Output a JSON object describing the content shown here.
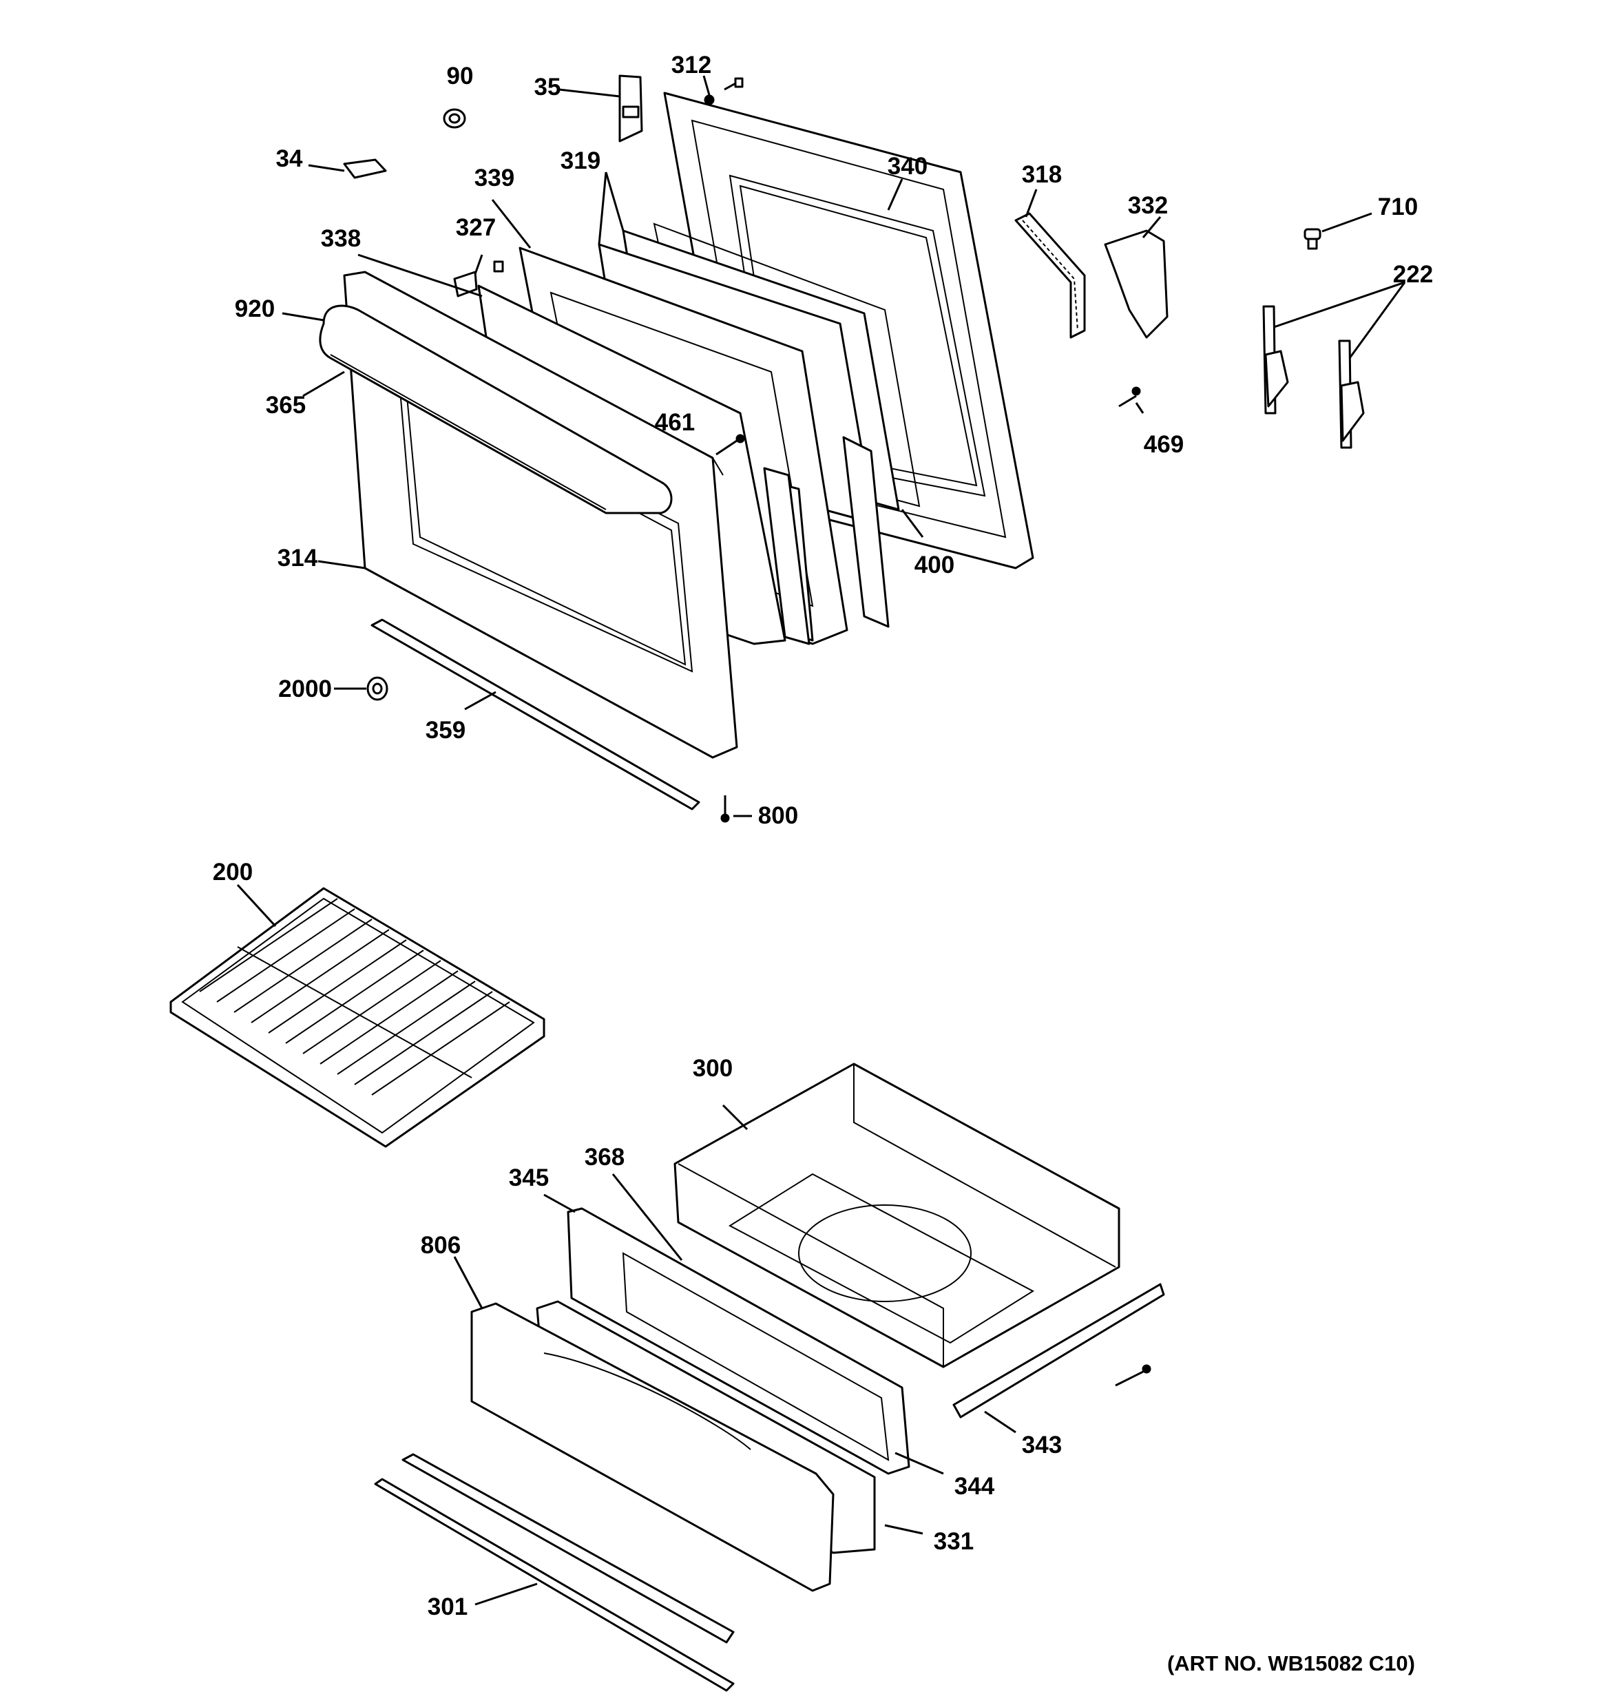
{
  "callouts": [
    {
      "id": "c90",
      "label": "90"
    },
    {
      "id": "c35",
      "label": "35"
    },
    {
      "id": "c312",
      "label": "312"
    },
    {
      "id": "c34",
      "label": "34"
    },
    {
      "id": "c339",
      "label": "339"
    },
    {
      "id": "c319",
      "label": "319"
    },
    {
      "id": "c340",
      "label": "340"
    },
    {
      "id": "c318",
      "label": "318"
    },
    {
      "id": "c332",
      "label": "332"
    },
    {
      "id": "c710",
      "label": "710"
    },
    {
      "id": "c338",
      "label": "338"
    },
    {
      "id": "c327",
      "label": "327"
    },
    {
      "id": "c222",
      "label": "222"
    },
    {
      "id": "c920",
      "label": "920"
    },
    {
      "id": "c365",
      "label": "365"
    },
    {
      "id": "c461",
      "label": "461"
    },
    {
      "id": "c469",
      "label": "469"
    },
    {
      "id": "c400",
      "label": "400"
    },
    {
      "id": "c314",
      "label": "314"
    },
    {
      "id": "c2000",
      "label": "2000"
    },
    {
      "id": "c359",
      "label": "359"
    },
    {
      "id": "c800",
      "label": "800"
    },
    {
      "id": "c200",
      "label": "200"
    },
    {
      "id": "c300",
      "label": "300"
    },
    {
      "id": "c368",
      "label": "368"
    },
    {
      "id": "c345",
      "label": "345"
    },
    {
      "id": "c806",
      "label": "806"
    },
    {
      "id": "c343",
      "label": "343"
    },
    {
      "id": "c344",
      "label": "344"
    },
    {
      "id": "c331",
      "label": "331"
    },
    {
      "id": "c301",
      "label": "301"
    }
  ],
  "art_number": "(ART NO. WB15082 C10)"
}
